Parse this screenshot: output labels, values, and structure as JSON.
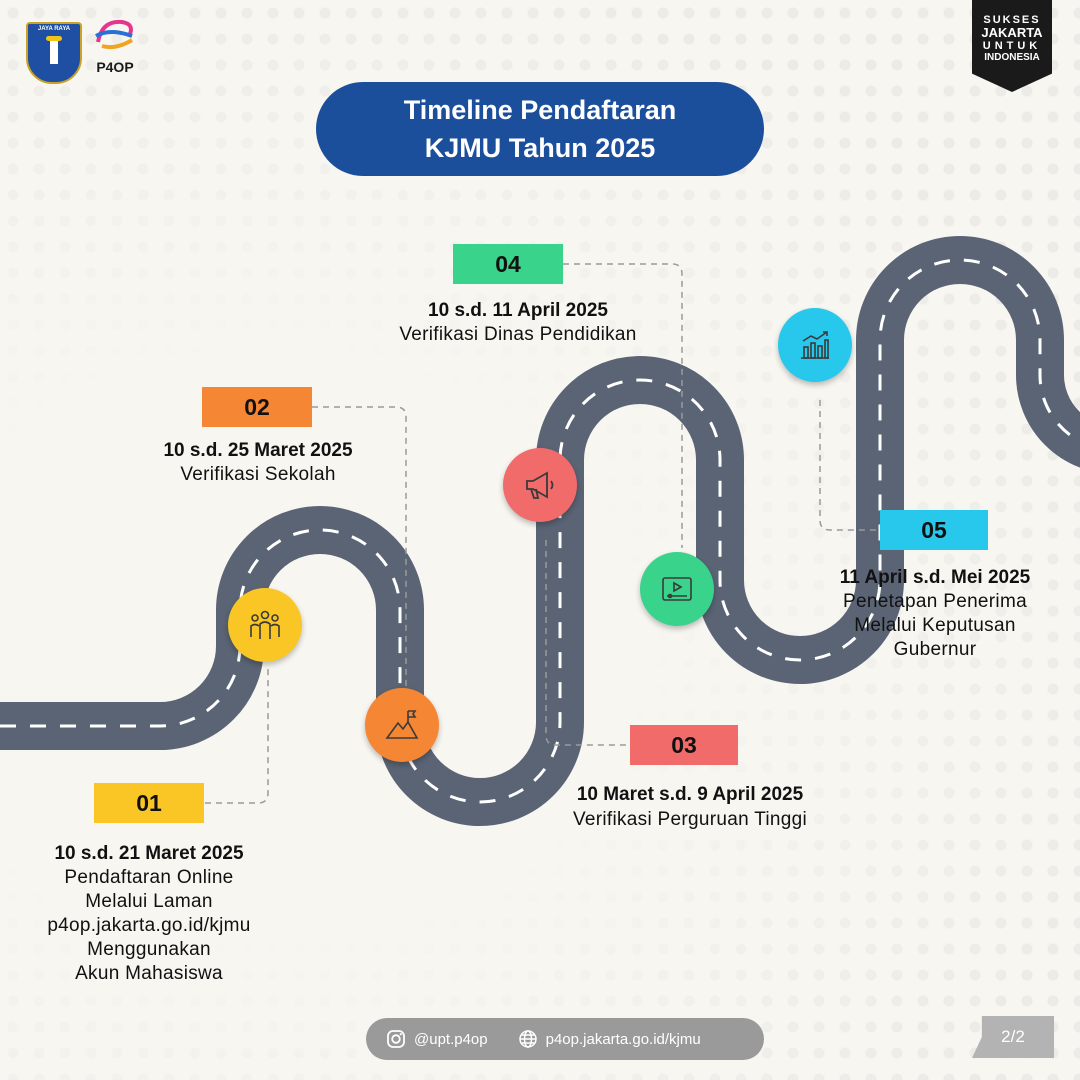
{
  "header": {
    "logo_left_text": "JAYA RAYA",
    "logo_p4op_text": "P4OP",
    "badge_lines": [
      "SUKSES",
      "JAKARTA",
      "UNTUK",
      "INDONESIA"
    ]
  },
  "title": {
    "line1": "Timeline Pendaftaran",
    "line2": "KJMU Tahun 2025"
  },
  "colors": {
    "title_bg": "#1b4f9c",
    "road": "#5a6474",
    "step1": "#f9c626",
    "step2": "#f58634",
    "step3": "#f26b6b",
    "step4": "#3ad38b",
    "step5": "#27c8ec"
  },
  "steps": [
    {
      "number": "01",
      "date": "10 s.d. 21 Maret 2025",
      "desc": [
        "Pendaftaran Online",
        "Melalui Laman",
        "p4op.jakarta.go.id/kjmu",
        "Menggunakan",
        "Akun Mahasiswa"
      ],
      "icon": "people-group-icon"
    },
    {
      "number": "02",
      "date": "10 s.d. 25 Maret 2025",
      "desc": [
        "Verifikasi Sekolah"
      ],
      "icon": "mountain-flag-icon"
    },
    {
      "number": "03",
      "date": "10 Maret s.d. 9 April 2025",
      "desc": [
        "Verifikasi Perguruan Tinggi"
      ],
      "icon": "megaphone-icon"
    },
    {
      "number": "04",
      "date": "10 s.d. 11 April 2025",
      "desc": [
        "Verifikasi Dinas Pendidikan"
      ],
      "icon": "video-player-icon"
    },
    {
      "number": "05",
      "date": "11 April s.d. Mei 2025",
      "desc": [
        "Penetapan Penerima",
        "Melalui Keputusan",
        "Gubernur"
      ],
      "icon": "growth-chart-icon"
    }
  ],
  "footer": {
    "instagram": "@upt.p4op",
    "website": "p4op.jakarta.go.id/kjmu",
    "page": "2/2"
  }
}
